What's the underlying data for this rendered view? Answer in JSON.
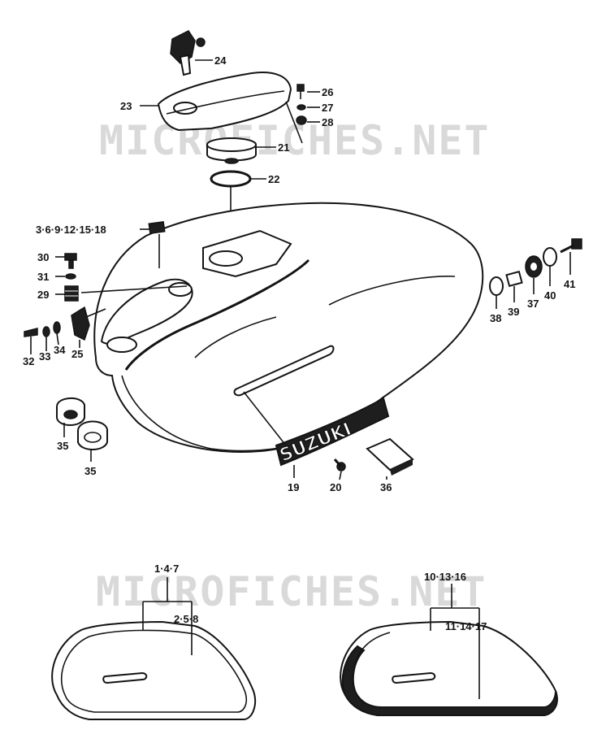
{
  "watermarks": [
    "MICROFICHES.NET",
    "MICROFICHES.NET"
  ],
  "badge_text": "SUZUKI",
  "callouts": {
    "c24": "24",
    "c23": "23",
    "c26": "26",
    "c27": "27",
    "c28": "28",
    "c21": "21",
    "c22": "22",
    "c18": "3·6·9·12·15·18",
    "c30": "30",
    "c31": "31",
    "c29": "29",
    "c32": "32",
    "c33": "33",
    "c34": "34",
    "c25": "25",
    "c35a": "35",
    "c35b": "35",
    "c38": "38",
    "c39": "39",
    "c37": "37",
    "c40": "40",
    "c41": "41",
    "c19": "19",
    "c20": "20",
    "c36": "36",
    "c147": "1·4·7",
    "c258": "2·5·8",
    "c101316": "10·13·16",
    "c111417": "11·14·17"
  }
}
